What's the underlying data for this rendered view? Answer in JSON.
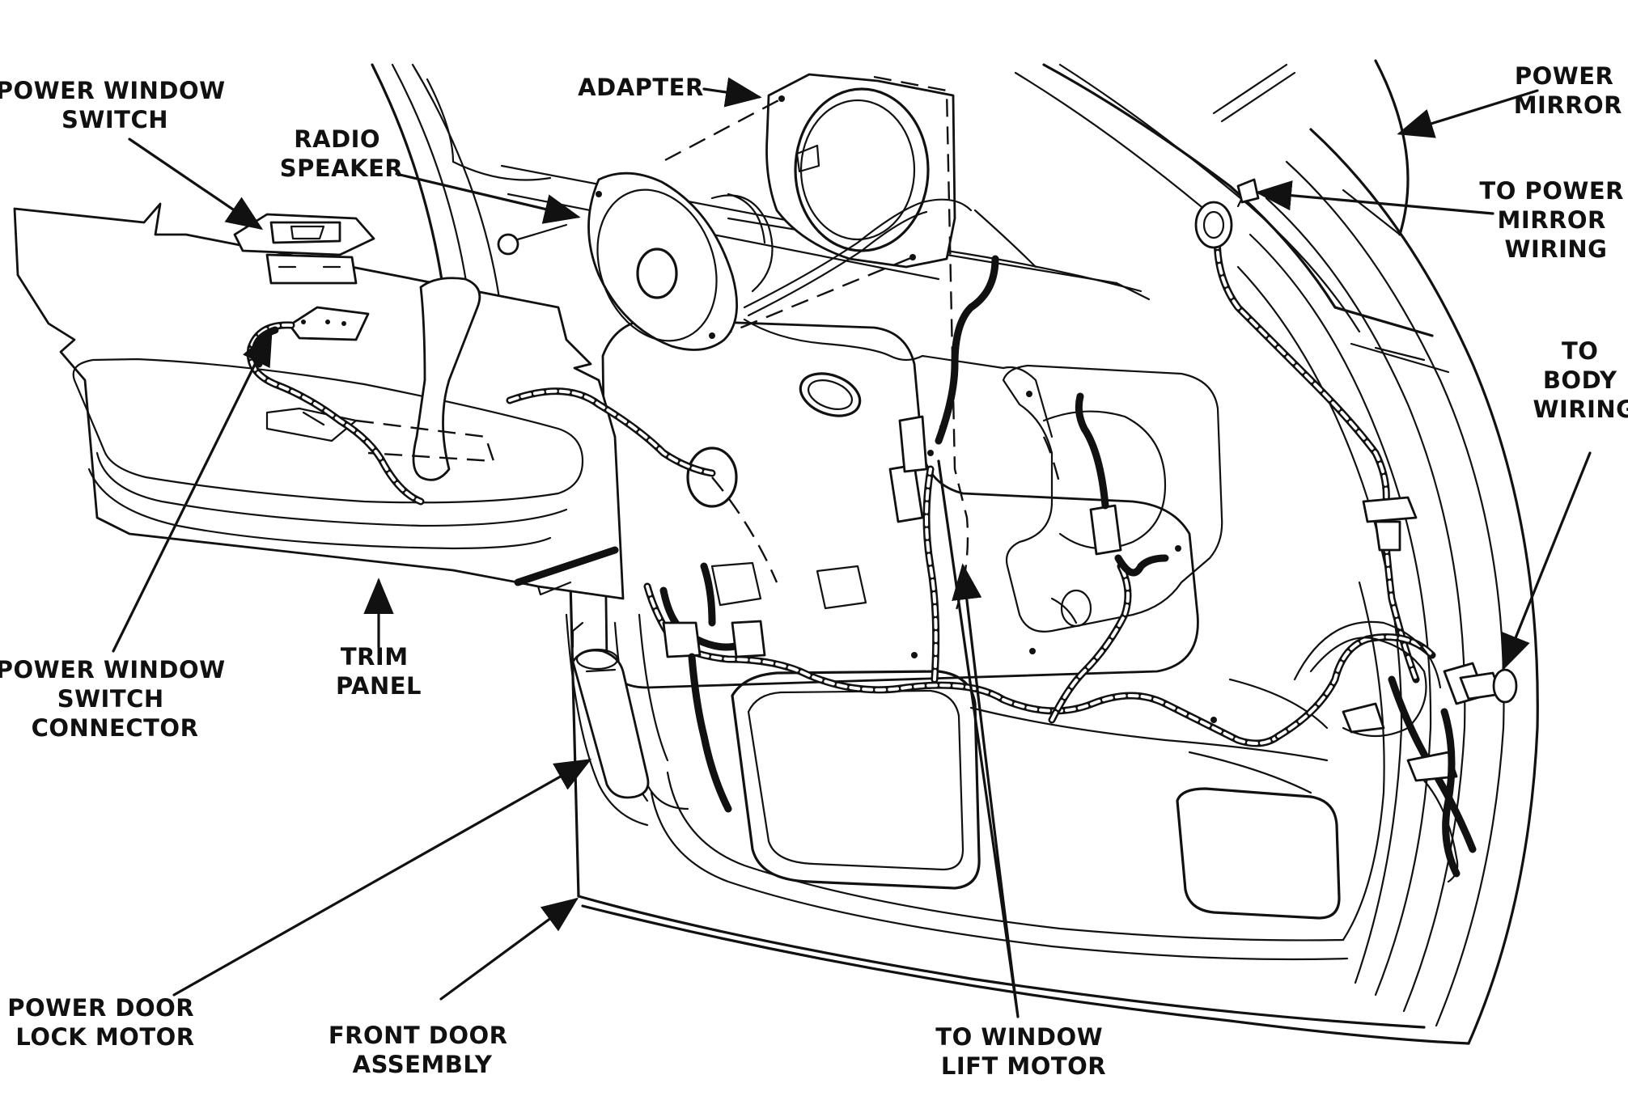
{
  "labels": {
    "power_window_switch": [
      "POWER WINDOW",
      "SWITCH"
    ],
    "radio_speaker": [
      "RADIO",
      "SPEAKER"
    ],
    "adapter": [
      "ADAPTER"
    ],
    "power_mirror": [
      "POWER",
      "MIRROR"
    ],
    "to_power_mirror_wiring": [
      "TO POWER",
      "MIRROR",
      "WIRING"
    ],
    "to_body_wiring": [
      "TO",
      "BODY",
      "WIRING"
    ],
    "power_window_switch_connector": [
      "POWER WINDOW",
      "SWITCH",
      "CONNECTOR"
    ],
    "trim_panel": [
      "TRIM",
      "PANEL"
    ],
    "power_door_lock_motor": [
      "POWER DOOR",
      "LOCK MOTOR"
    ],
    "front_door_assembly": [
      "FRONT DOOR",
      "ASSEMBLY"
    ],
    "to_window_lift_motor": [
      "TO WINDOW",
      "LIFT MOTOR"
    ]
  }
}
